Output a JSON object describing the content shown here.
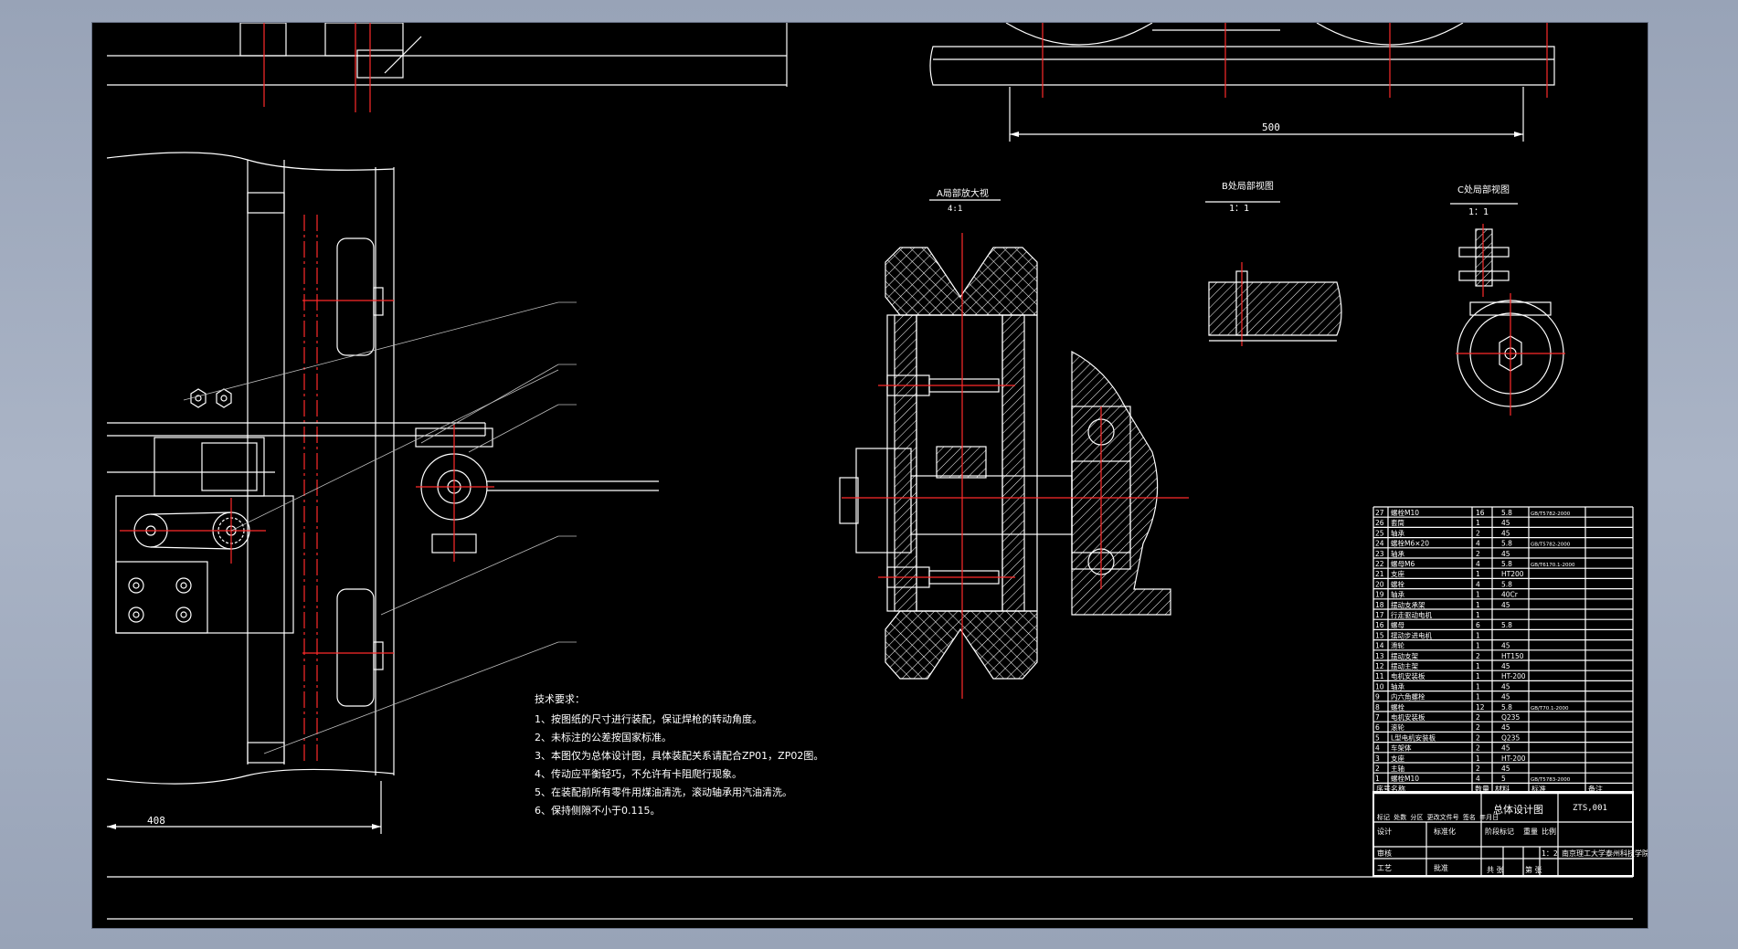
{
  "drawing": {
    "dimensions": {
      "bottom_left": "408",
      "top_right": "500"
    },
    "detail_views": {
      "a": {
        "title": "A局部放大视",
        "scale": "4:1"
      },
      "b": {
        "title": "B处局部视图",
        "scale": "1：1"
      },
      "c": {
        "title": "C处局部视图",
        "scale": "1：1"
      }
    },
    "tech_requirements": {
      "title": "技术要求：",
      "lines": [
        "1、按图纸的尺寸进行装配，保证焊枪的转动角度。",
        "2、未标注的公差按国家标准。",
        "3、本图仅为总体设计图，具体装配关系请配合ZP01，ZP02图。",
        "4、传动应平衡轻巧，不允许有卡阻爬行现象。",
        "5、在装配前所有零件用煤油清洗，滚动轴承用汽油清洗。",
        "6、保持侧隙不小于0.115。"
      ]
    },
    "bom": {
      "header": [
        "序号",
        "名称",
        "数量",
        "材料",
        "标准",
        "备注"
      ],
      "rows": [
        [
          "27",
          "螺栓M10",
          "16",
          "5.8",
          "GB/T5782-2000",
          ""
        ],
        [
          "26",
          "套筒",
          "1",
          "45",
          "",
          ""
        ],
        [
          "25",
          "轴承",
          "2",
          "45",
          "",
          ""
        ],
        [
          "24",
          "螺栓M6×20",
          "4",
          "5.8",
          "GB/T5782-2000",
          ""
        ],
        [
          "23",
          "轴承",
          "2",
          "45",
          "",
          ""
        ],
        [
          "22",
          "螺母M6",
          "4",
          "5.8",
          "GB/T6170.1-2000",
          ""
        ],
        [
          "21",
          "支座",
          "1",
          "HT200",
          "",
          ""
        ],
        [
          "20",
          "螺栓",
          "4",
          "5.8",
          "",
          ""
        ],
        [
          "19",
          "轴承",
          "1",
          "40Cr",
          "",
          ""
        ],
        [
          "18",
          "摆动支承架",
          "1",
          "45",
          "",
          ""
        ],
        [
          "17",
          "行走驱动电机",
          "1",
          "",
          "",
          ""
        ],
        [
          "16",
          "螺母",
          "6",
          "5.8",
          "",
          ""
        ],
        [
          "15",
          "摆动步进电机",
          "1",
          "",
          "",
          ""
        ],
        [
          "14",
          "滑轮",
          "1",
          "45",
          "",
          ""
        ],
        [
          "13",
          "摆动支架",
          "2",
          "HT150",
          "",
          ""
        ],
        [
          "12",
          "摆动主架",
          "1",
          "45",
          "",
          ""
        ],
        [
          "11",
          "电机安装板",
          "1",
          "HT-200",
          "",
          ""
        ],
        [
          "10",
          "轴承",
          "1",
          "45",
          "",
          ""
        ],
        [
          "9",
          "内六角螺栓",
          "1",
          "45",
          "",
          ""
        ],
        [
          "8",
          "螺栓",
          "12",
          "5.8",
          "GB/T70.1-2000",
          ""
        ],
        [
          "7",
          "电机安装板",
          "2",
          "Q235",
          "",
          ""
        ],
        [
          "6",
          "滚轮",
          "2",
          "45",
          "",
          ""
        ],
        [
          "5",
          "L型电机安装板",
          "2",
          "Q235",
          "",
          ""
        ],
        [
          "4",
          "车架体",
          "2",
          "45",
          "",
          ""
        ],
        [
          "3",
          "支座",
          "1",
          "HT-200",
          "",
          ""
        ],
        [
          "2",
          "主轴",
          "2",
          "45",
          "",
          ""
        ],
        [
          "1",
          "螺栓M10",
          "4",
          "5",
          "GB/T5783-2000",
          ""
        ]
      ]
    },
    "title_block": {
      "drawing_title": "总体设计图",
      "drawing_number": "ZTS,001",
      "revision_header": "标记 处数 分区 更改文件号 签名 年月日",
      "labels_left": [
        "设计",
        "审核",
        "工艺"
      ],
      "standardization": "标准化",
      "approve": "批准",
      "cells_mid": [
        "阶段标记",
        "重量",
        "比例"
      ],
      "scale": "1：2",
      "school": "南京理工大学泰州科技学院",
      "sheet_info": [
        "共 张",
        "第 张"
      ]
    }
  }
}
